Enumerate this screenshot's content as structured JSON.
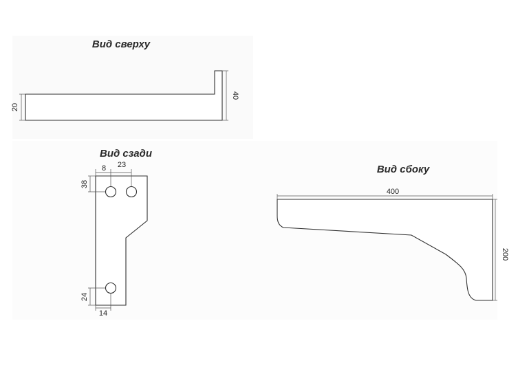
{
  "views": {
    "top": {
      "title": "Вид сверху",
      "dim_width": "20",
      "dim_height": "40"
    },
    "back": {
      "title": "Вид сзади",
      "dim_hole_offset": "8",
      "dim_hole_spacing": "23",
      "dim_top": "38",
      "dim_bottom": "24",
      "dim_bottom_offset": "14"
    },
    "side": {
      "title": "Вид сбоку",
      "dim_length": "400",
      "dim_height": "200"
    }
  }
}
